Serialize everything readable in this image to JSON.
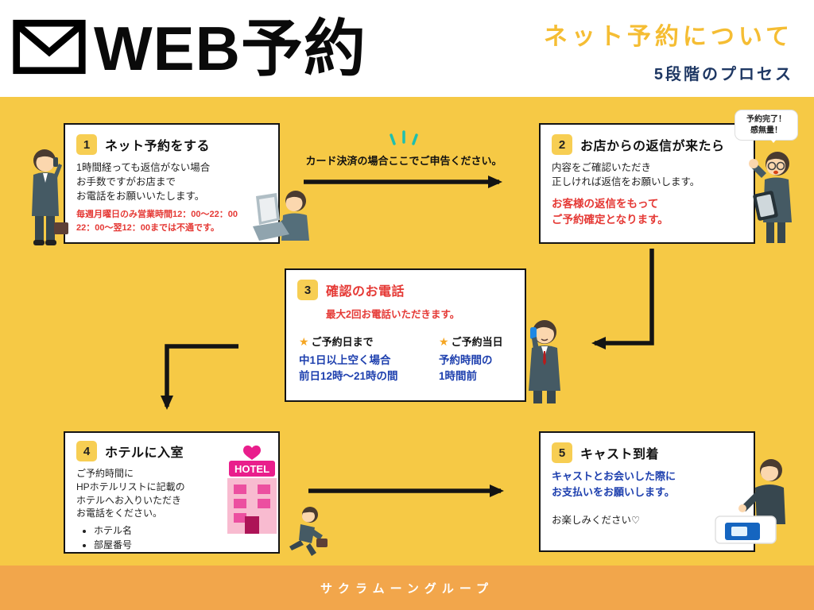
{
  "colors": {
    "background_yellow": "#F6C945",
    "footer_orange": "#F2A64B",
    "accent_red": "#E53935",
    "accent_blue": "#1D3FAE",
    "accent_navy": "#1F3864",
    "header_gold": "#F5BD33",
    "sparkle_teal": "#1FBFAE",
    "number_badge_yellow": "#F7CE53",
    "hotel_pink": "#E91E8C"
  },
  "icons": {
    "star": "★"
  },
  "header": {
    "title": "WEB予約",
    "subtitle": "ネット予約について",
    "subtitle2": "5段階のプロセス"
  },
  "flow": {
    "arrow_label": "カード決済の場合ここでご申告ください。"
  },
  "steps": [
    {
      "number": "1",
      "title": "ネット予約をする",
      "body": "1時間経っても返信がない場合\nお手数ですがお店まで\nお電話をお願いいたします。",
      "note": "毎週月曜日のみ営業時間12：00〜22：00\n22：00〜翌12：00までは不通です。"
    },
    {
      "number": "2",
      "title": "お店からの返信が来たら",
      "body": "内容をご確認いただき\n正しければ返信をお願いします。",
      "note": "お客様の返信をもって\nご予約確定となります。",
      "bubble": "予約完了！\n感無量！"
    },
    {
      "number": "3",
      "title": "確認のお電話",
      "subtitle": "最大2回お電話いただきます。",
      "col_left": {
        "heading": "ご予約日まで",
        "detail": "中1日以上空く場合\n前日12時〜21時の間"
      },
      "col_right": {
        "heading": "ご予約当日",
        "detail": "予約時間の\n1時間前"
      }
    },
    {
      "number": "4",
      "title": "ホテルに入室",
      "body": "ご予約時間に\nHPホテルリストに記載の\nホテルへお入りいただき\nお電話をください。",
      "bullets": [
        "ホテル名",
        "部屋番号"
      ],
      "hotel_sign": "HOTEL"
    },
    {
      "number": "5",
      "title": "キャスト到着",
      "body": "キャストとお会いした際に\nお支払いをお願いします。",
      "note": "お楽しみください♡"
    }
  ],
  "footer": {
    "text": "サクラムーングループ"
  }
}
